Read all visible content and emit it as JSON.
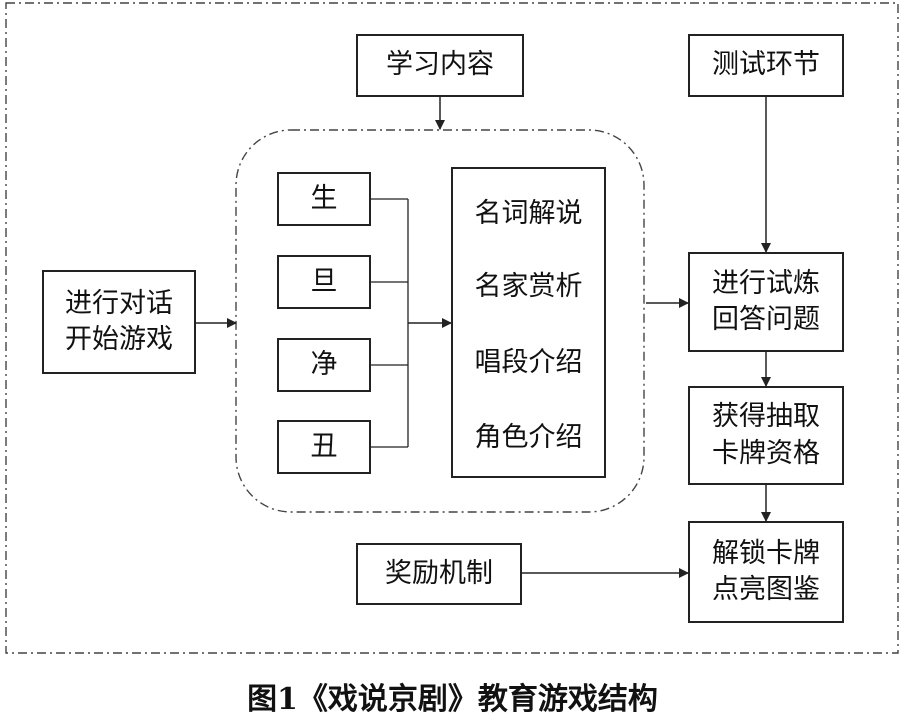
{
  "diagram": {
    "learning_content": "学习内容",
    "test_section": "测试环节",
    "start": {
      "line1": "进行对话",
      "line2": "开始游戏"
    },
    "roles": [
      "生",
      "旦",
      "净",
      "丑"
    ],
    "content_items": [
      "名词解说",
      "名家赏析",
      "唱段介绍",
      "角色介绍"
    ],
    "trial": {
      "line1": "进行试炼",
      "line2": "回答问题"
    },
    "qualify": {
      "line1": "获得抽取",
      "line2": "卡牌资格"
    },
    "reward": "奖励机制",
    "unlock": {
      "line1": "解锁卡牌",
      "line2": "点亮图鉴"
    }
  },
  "caption": "图1《戏说京剧》教育游戏结构"
}
